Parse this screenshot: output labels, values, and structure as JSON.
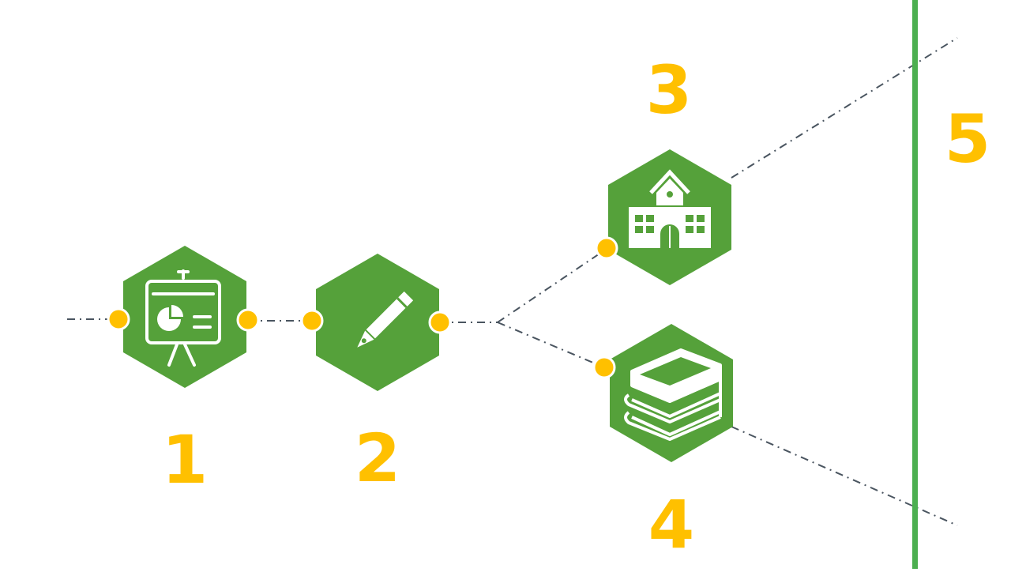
{
  "diagram": {
    "steps": [
      {
        "label": "1",
        "icon": "presentation-board-icon"
      },
      {
        "label": "2",
        "icon": "pencil-icon"
      },
      {
        "label": "3",
        "icon": "school-building-icon"
      },
      {
        "label": "4",
        "icon": "books-stack-icon"
      },
      {
        "label": "5",
        "icon": ""
      }
    ],
    "colors": {
      "hexagon": "#55A13A",
      "connector_dot": "#FFC000",
      "number": "#FFC000",
      "dashed_line": "#4A5560",
      "vertical_bar": "#4CAF50",
      "icon": "#FFFFFF"
    }
  }
}
